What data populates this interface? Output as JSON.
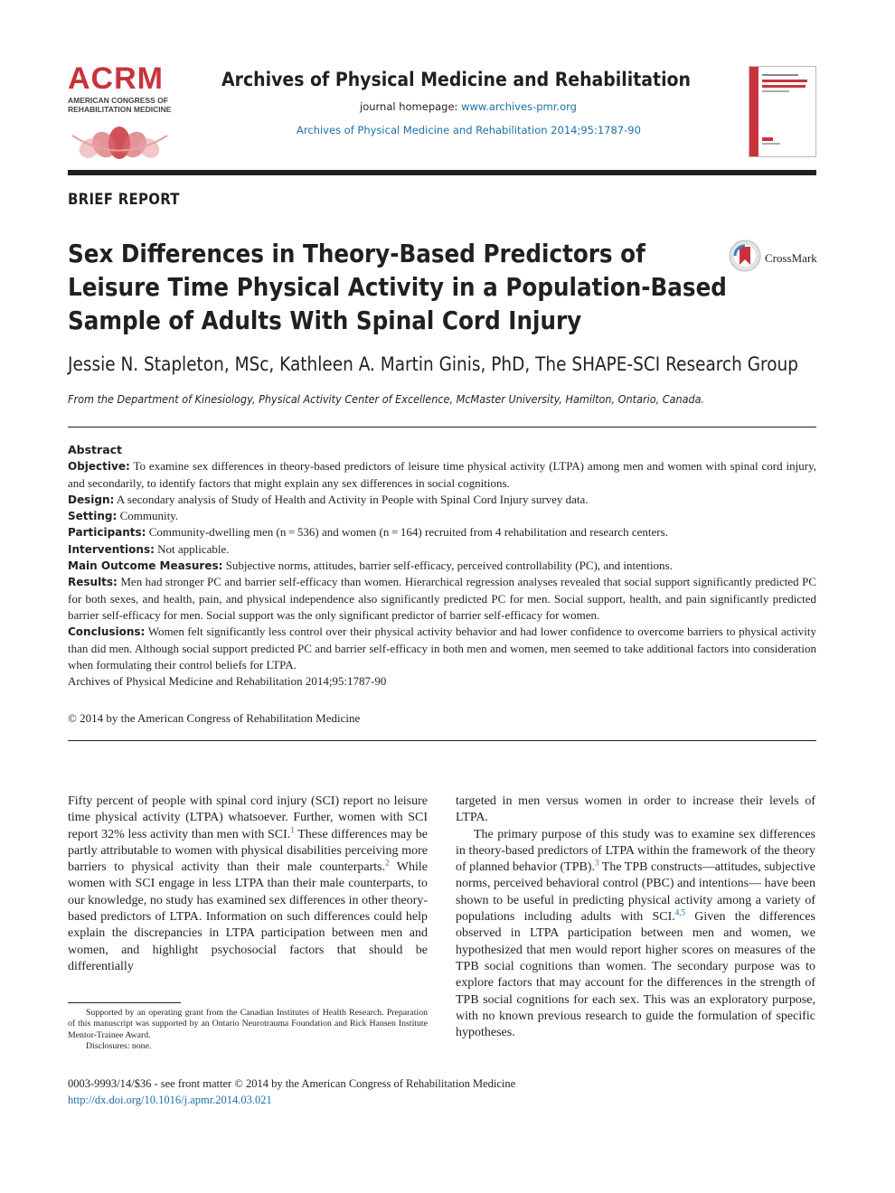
{
  "header": {
    "logo_text": "ACRM",
    "logo_subtitle_line1": "AMERICAN CONGRESS OF",
    "logo_subtitle_line2": "REHABILITATION MEDICINE",
    "journal_title": "Archives of Physical Medicine and Rehabilitation",
    "homepage_label": "journal homepage:",
    "homepage_url": "www.archives-pmr.org",
    "citation": "Archives of Physical Medicine and Rehabilitation 2014;95:1787-90",
    "brand_color": "#c8333b",
    "link_color": "#1a6fa3"
  },
  "section_label": "BRIEF REPORT",
  "title_lines": [
    "Sex Differences in Theory-Based Predictors of",
    "Leisure Time Physical Activity in a Population-Based",
    "Sample of Adults With Spinal Cord Injury"
  ],
  "crossmark_label": "CrossMark",
  "authors": "Jessie N. Stapleton, MSc, Kathleen A. Martin Ginis, PhD, The SHAPE-SCI Research Group",
  "affiliation": "From the Department of Kinesiology, Physical Activity Center of Excellence, McMaster University, Hamilton, Ontario, Canada.",
  "abstract": {
    "heading": "Abstract",
    "objective_label": "Objective:",
    "objective": "To examine sex differences in theory-based predictors of leisure time physical activity (LTPA) among men and women with spinal cord injury, and secondarily, to identify factors that might explain any sex differences in social cognitions.",
    "design_label": "Design:",
    "design": "A secondary analysis of Study of Health and Activity in People with Spinal Cord Injury survey data.",
    "setting_label": "Setting:",
    "setting": "Community.",
    "participants_label": "Participants:",
    "participants": "Community-dwelling men (n = 536) and women (n = 164) recruited from 4 rehabilitation and research centers.",
    "interventions_label": "Interventions:",
    "interventions": "Not applicable.",
    "outcome_label": "Main Outcome Measures:",
    "outcome": "Subjective norms, attitudes, barrier self-efficacy, perceived controllability (PC), and intentions.",
    "results_label": "Results:",
    "results": "Men had stronger PC and barrier self-efficacy than women. Hierarchical regression analyses revealed that social support significantly predicted PC for both sexes, and health, pain, and physical independence also significantly predicted PC for men. Social support, health, and pain significantly predicted barrier self-efficacy for men. Social support was the only significant predictor of barrier self-efficacy for women.",
    "conclusions_label": "Conclusions:",
    "conclusions": "Women felt significantly less control over their physical activity behavior and had lower confidence to overcome barriers to physical activity than did men. Although social support predicted PC and barrier self-efficacy in both men and women, men seemed to take additional factors into consideration when formulating their control beliefs for LTPA.",
    "citation": "Archives of Physical Medicine and Rehabilitation 2014;95:1787-90",
    "copyright": "© 2014 by the American Congress of Rehabilitation Medicine"
  },
  "body": {
    "left_p1_a": "Fifty percent of people with spinal cord injury (SCI) report no leisure time physical activity (LTPA) whatsoever. Further, women with SCI report 32% less activity than men with SCI.",
    "left_p1_ref1": "1",
    "left_p1_b": " These differences may be partly attributable to women with physical disabilities perceiving more barriers to physical activity than their male counterparts.",
    "left_p1_ref2": "2",
    "left_p1_c": " While women with SCI engage in less LTPA than their male counterparts, to our knowledge, no study has examined sex differences in other theory-based predictors of LTPA. Information on such differences could help explain the discrepancies in LTPA participation between men and women, and highlight psychosocial factors that should be differentially",
    "right_p1": "targeted in men versus women in order to increase their levels of LTPA.",
    "right_p2_a": "The primary purpose of this study was to examine sex differences in theory-based predictors of LTPA within the framework of the theory of planned behavior (TPB).",
    "right_p2_ref1": "3",
    "right_p2_b": " The TPB constructs—attitudes, subjective norms, perceived behavioral control (PBC) and intentions— have been shown to be useful in predicting physical activity among a variety of populations including adults with SCI.",
    "right_p2_ref2": "4,5",
    "right_p2_c": " Given the differences observed in LTPA participation between men and women, we hypothesized that men would report higher scores on measures of the TPB social cognitions than women. The secondary purpose was to explore factors that may account for the differences in the strength of TPB social cognitions for each sex. This was an exploratory purpose, with no known previous research to guide the formulation of specific hypotheses."
  },
  "footnotes": {
    "support": "Supported by an operating grant from the Canadian Institutes of Health Research. Preparation of this manuscript was supported by an Ontario Neurotrauma Foundation and Rick Hansen Institute Mentor-Trainee Award.",
    "disclosures": "Disclosures: none."
  },
  "footer": {
    "front_matter": "0003-9993/14/$36 - see front matter © 2014 by the American Congress of Rehabilitation Medicine",
    "doi": "http://dx.doi.org/10.1016/j.apmr.2014.03.021"
  }
}
